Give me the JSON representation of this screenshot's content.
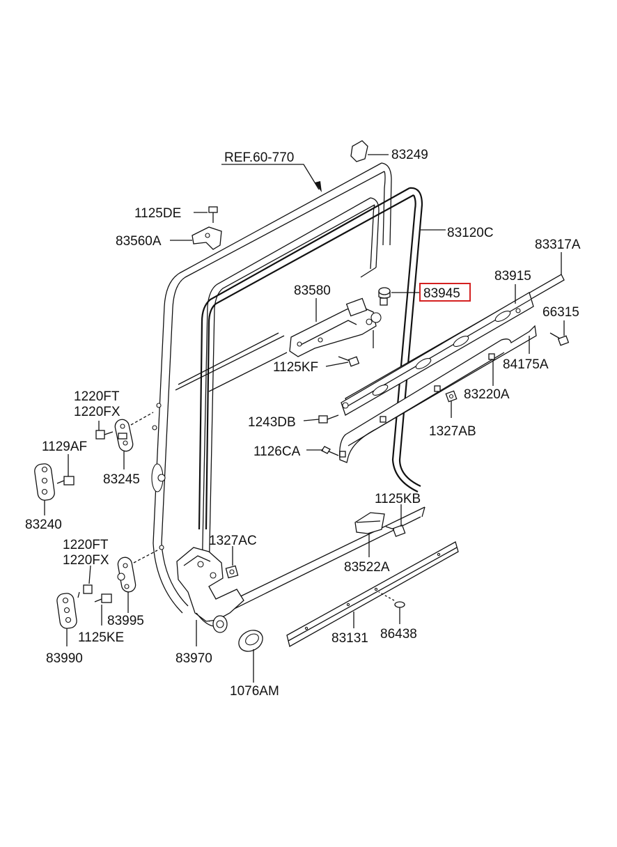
{
  "diagram": {
    "highlight_color": "#d42020",
    "line_color": "#111111",
    "labels": {
      "ref": "REF.60-770",
      "p83249": "83249",
      "p1125DE": "1125DE",
      "p83560A": "83560A",
      "p83120C": "83120C",
      "p83317A": "83317A",
      "p83915": "83915",
      "p83580": "83580",
      "p83945": "83945",
      "p66315": "66315",
      "p84175A": "84175A",
      "p1125KF": "1125KF",
      "p83220A": "83220A",
      "p1220FT_a": "1220FT",
      "p1220FX_a": "1220FX",
      "p1243DB": "1243DB",
      "p1327AB": "1327AB",
      "p1129AF": "1129AF",
      "p1126CA": "1126CA",
      "p83245": "83245",
      "p83240": "83240",
      "p1125KB": "1125KB",
      "p1327AC": "1327AC",
      "p1220FT_b": "1220FT",
      "p1220FX_b": "1220FX",
      "p83522A": "83522A",
      "p83995": "83995",
      "p1125KE": "1125KE",
      "p83990": "83990",
      "p83970": "83970",
      "p83131": "83131",
      "p86438": "86438",
      "p1076AM": "1076AM"
    }
  }
}
